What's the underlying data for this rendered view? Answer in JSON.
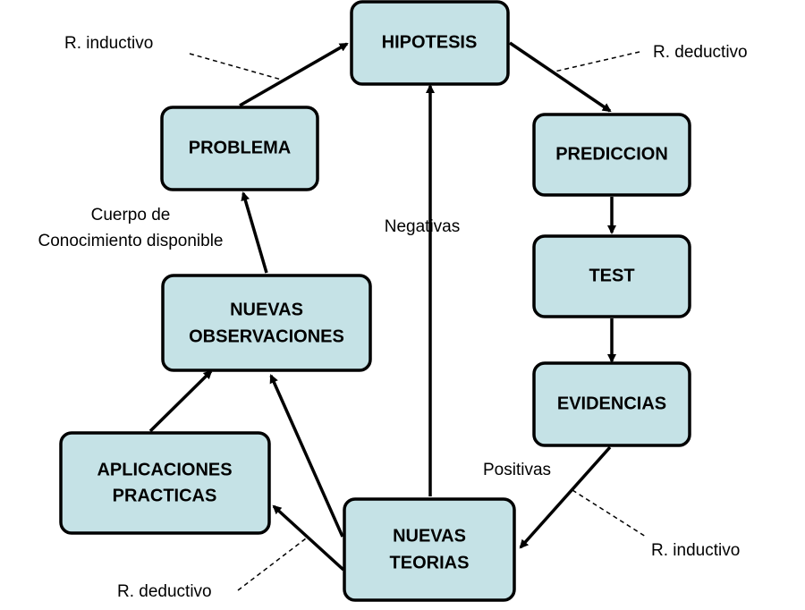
{
  "nodes": {
    "hipotesis": {
      "label": "HIPOTESIS"
    },
    "problema": {
      "label": "PROBLEMA"
    },
    "prediccion": {
      "label": "PREDICCION"
    },
    "test": {
      "label": "TEST"
    },
    "evidencias": {
      "label": "EVIDENCIAS"
    },
    "nuevas_observaciones": {
      "line1": "NUEVAS",
      "line2": "OBSERVACIONES"
    },
    "aplicaciones_practicas": {
      "line1": "APLICACIONES",
      "line2": "PRACTICAS"
    },
    "nuevas_teorias": {
      "line1": "NUEVAS",
      "line2": "TEORIAS"
    }
  },
  "labels": {
    "r_inductivo_top": "R. inductivo",
    "r_deductivo_top": "R. deductivo",
    "cuerpo_line1": "Cuerpo de",
    "cuerpo_line2": "Conocimiento disponible",
    "negativas": "Negativas",
    "positivas": "Positivas",
    "r_inductivo_bottom": "R. inductivo",
    "r_deductivo_bottom": "R. deductivo"
  },
  "colors": {
    "node_fill": "#c5e2e6",
    "stroke": "#000000"
  }
}
